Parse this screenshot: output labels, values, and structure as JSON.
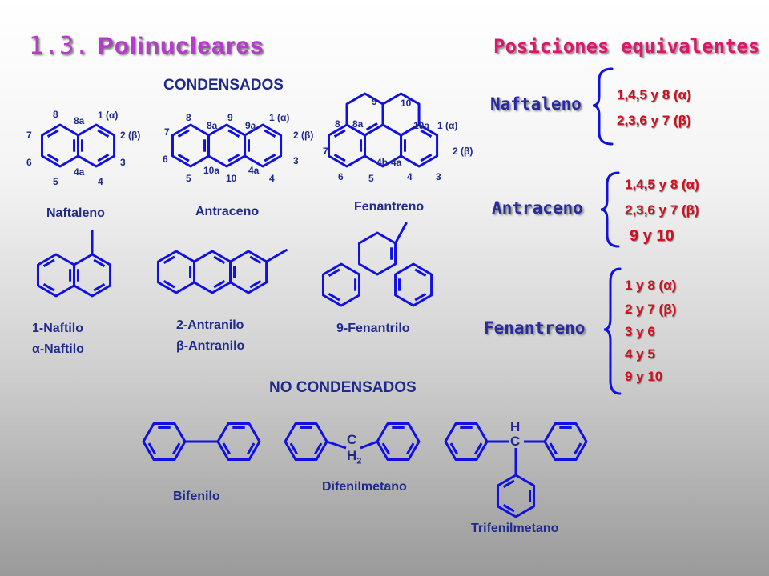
{
  "title_number": "1.3.",
  "title_text": "Polinucleares",
  "subtitle": "Posiciones equivalentes",
  "condensados_label": "CONDENSADOS",
  "no_condensados_label": "NO CONDENSADOS",
  "structures": {
    "naftaleno": "Naftaleno",
    "antraceno": "Antraceno",
    "fenantreno": "Fenantreno",
    "naftilo_1": "1-Naftilo",
    "naftilo_alpha": "α-Naftilo",
    "antranilo_2": "2-Antranilo",
    "antranilo_beta": "β-Antranilo",
    "fenantrilo": "9-Fenantrilo",
    "bifenilo": "Bifenilo",
    "difenilmetano": "Difenilmetano",
    "trifenilmetano": "Trifenilmetano"
  },
  "numbering": {
    "naftaleno": [
      "8",
      "8a",
      "1 (α)",
      "7",
      "2 (β)",
      "6",
      "3",
      "5",
      "4a",
      "4"
    ],
    "antraceno": [
      "8",
      "9",
      "8a",
      "9a",
      "1 (α)",
      "7",
      "2 (β)",
      "6",
      "3",
      "5",
      "10a",
      "10",
      "4a",
      "4"
    ],
    "fenantreno": [
      "9",
      "10",
      "8",
      "8a",
      "10a",
      "1 (α)",
      "7",
      "2 (β)",
      "6",
      "5",
      "4b",
      "4a",
      "4",
      "3"
    ]
  },
  "atoms": {
    "c": "C",
    "h": "H",
    "h2": "H",
    "sub2": "2"
  },
  "equivalences": [
    {
      "compound": "Naftaleno",
      "positions": [
        "1,4,5 y 8 (α)",
        "2,3,6 y 7 (β)"
      ]
    },
    {
      "compound": "Antraceno",
      "positions": [
        "1,4,5 y 8 (α)",
        "2,3,6 y 7 (β)",
        "9 y 10"
      ]
    },
    {
      "compound": "Fenantreno",
      "positions": [
        "1 y 8 (α)",
        "2 y 7 (β)",
        "3 y 6",
        "4 y 5",
        "9 y 10"
      ]
    }
  ],
  "colors": {
    "structure": "#1010e0",
    "title": "#b43cc8",
    "subtitle": "#d8186a",
    "positions": "#d0101e",
    "compound": "#2a2aa0"
  }
}
